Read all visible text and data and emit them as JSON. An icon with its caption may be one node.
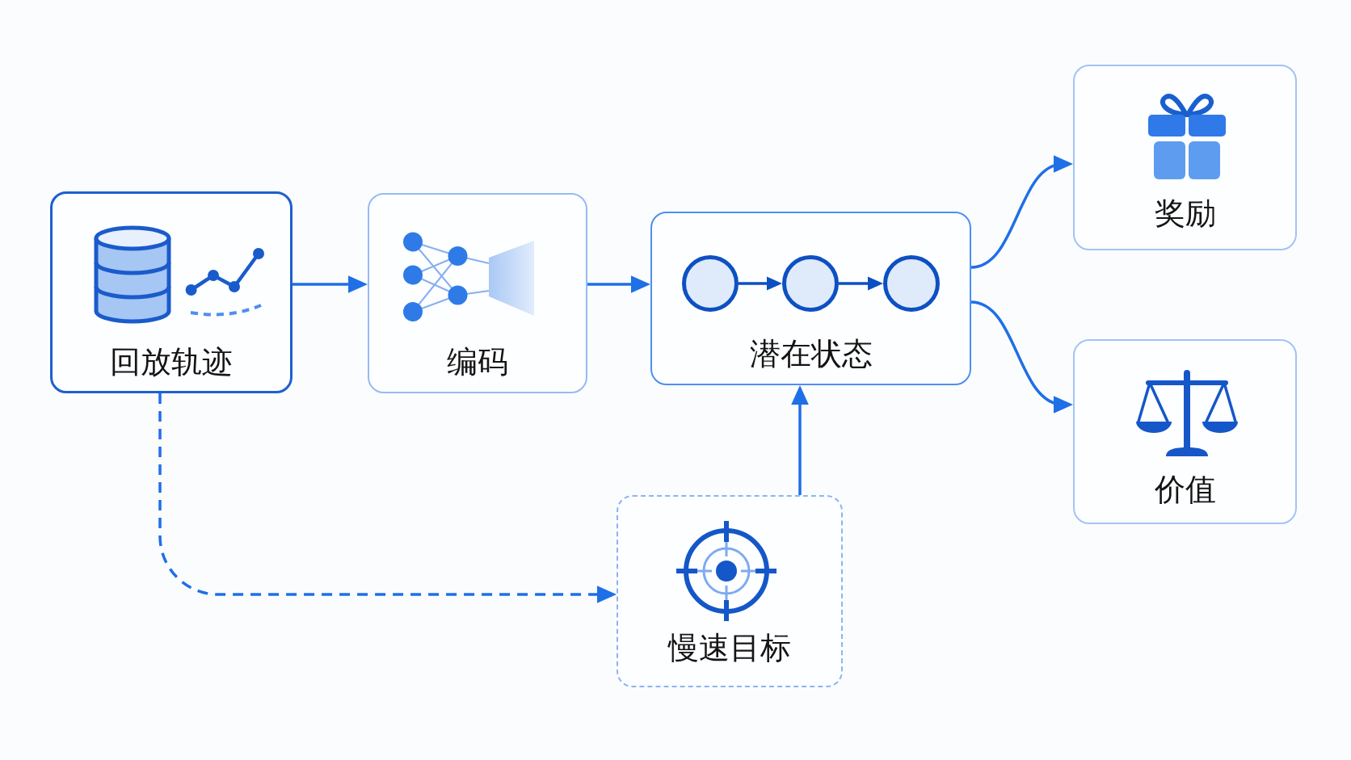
{
  "diagram": {
    "nodes": [
      {
        "text": [
          "回放轨迹"
        ]
      },
      {
        "text": [
          "编码"
        ]
      },
      {
        "text": [
          "潜在状态"
        ]
      },
      {
        "text": [],
        "shape": "circle",
        "in": 2
      },
      {
        "text": [],
        "shape": "circle",
        "in": 2
      },
      {
        "text": [],
        "shape": "circle",
        "in": 2
      },
      {
        "text": [
          "奖励"
        ]
      },
      {
        "text": [
          "价值"
        ]
      },
      {
        "text": [
          "慢速目标"
        ]
      }
    ],
    "edges": [
      {
        "from": 0,
        "to": 1,
        "arrow": "to"
      },
      {
        "from": 1,
        "to": 2,
        "arrow": "to"
      },
      {
        "from": 3,
        "to": 4,
        "arrow": "to",
        "color": "#0b4fc2"
      },
      {
        "from": 4,
        "to": 5,
        "arrow": "to",
        "color": "#0b4fc2"
      },
      {
        "from": 2,
        "to": 6,
        "arrow": "to"
      },
      {
        "from": 2,
        "to": 7,
        "arrow": "to"
      },
      {
        "from": 8,
        "to": 2,
        "arrow": "to"
      },
      {
        "from": 0,
        "to": 8,
        "arrow": "to",
        "style": "dashed"
      }
    ]
  }
}
